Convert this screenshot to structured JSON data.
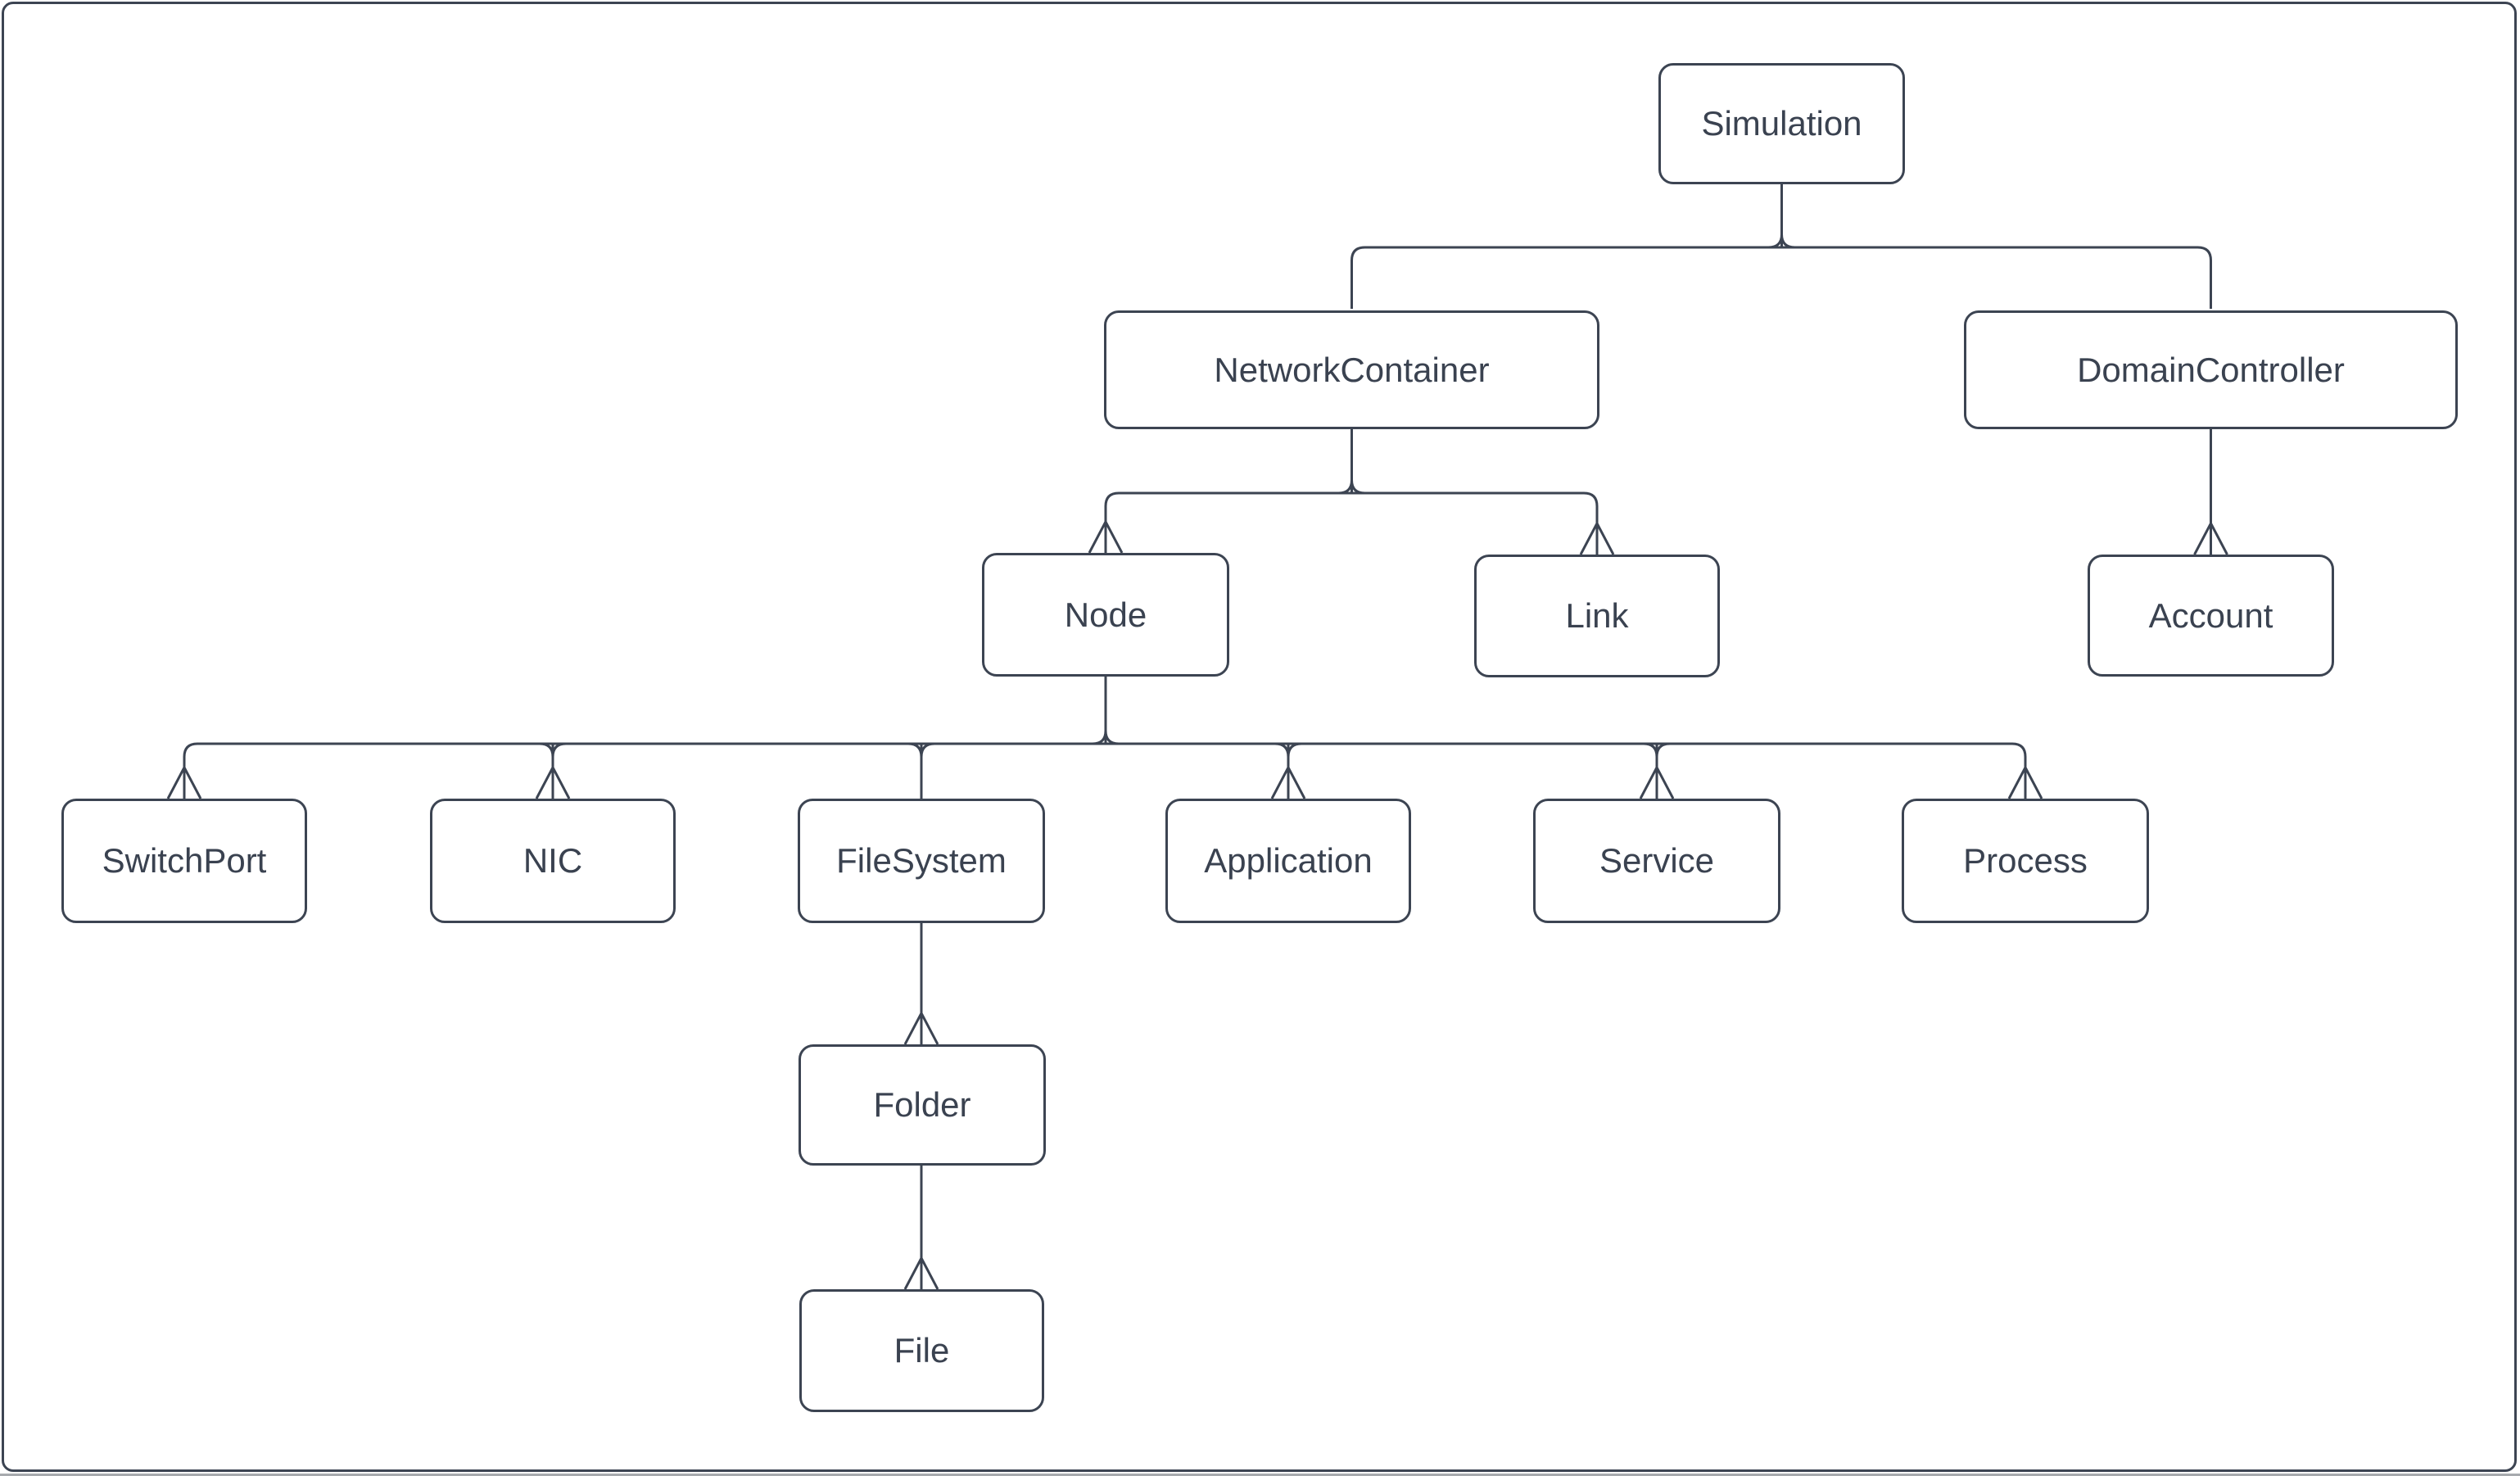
{
  "diagram": {
    "type": "tree-hierarchy",
    "nodes": {
      "simulation": {
        "label": "Simulation"
      },
      "network_container": {
        "label": "NetworkContainer"
      },
      "domain_controller": {
        "label": "DomainController"
      },
      "node": {
        "label": "Node"
      },
      "link": {
        "label": "Link"
      },
      "account": {
        "label": "Account"
      },
      "switch_port": {
        "label": "SwitchPort"
      },
      "nic": {
        "label": "NIC"
      },
      "file_system": {
        "label": "FileSystem"
      },
      "application": {
        "label": "Application"
      },
      "service": {
        "label": "Service"
      },
      "process": {
        "label": "Process"
      },
      "folder": {
        "label": "Folder"
      },
      "file": {
        "label": "File"
      }
    },
    "edges": [
      {
        "from": "Simulation",
        "to": "NetworkContainer",
        "arrowhead": "none"
      },
      {
        "from": "Simulation",
        "to": "DomainController",
        "arrowhead": "none"
      },
      {
        "from": "NetworkContainer",
        "to": "Node",
        "arrowhead": "open"
      },
      {
        "from": "NetworkContainer",
        "to": "Link",
        "arrowhead": "open"
      },
      {
        "from": "DomainController",
        "to": "Account",
        "arrowhead": "open"
      },
      {
        "from": "Node",
        "to": "SwitchPort",
        "arrowhead": "open"
      },
      {
        "from": "Node",
        "to": "NIC",
        "arrowhead": "open"
      },
      {
        "from": "Node",
        "to": "FileSystem",
        "arrowhead": "none"
      },
      {
        "from": "Node",
        "to": "Application",
        "arrowhead": "open"
      },
      {
        "from": "Node",
        "to": "Service",
        "arrowhead": "open"
      },
      {
        "from": "Node",
        "to": "Process",
        "arrowhead": "open"
      },
      {
        "from": "FileSystem",
        "to": "Folder",
        "arrowhead": "open"
      },
      {
        "from": "Folder",
        "to": "File",
        "arrowhead": "open"
      }
    ],
    "colors": {
      "stroke": "#3c4452",
      "text": "#3a4250",
      "bg": "#ffffff",
      "page_edge": "#a7aaae"
    }
  }
}
